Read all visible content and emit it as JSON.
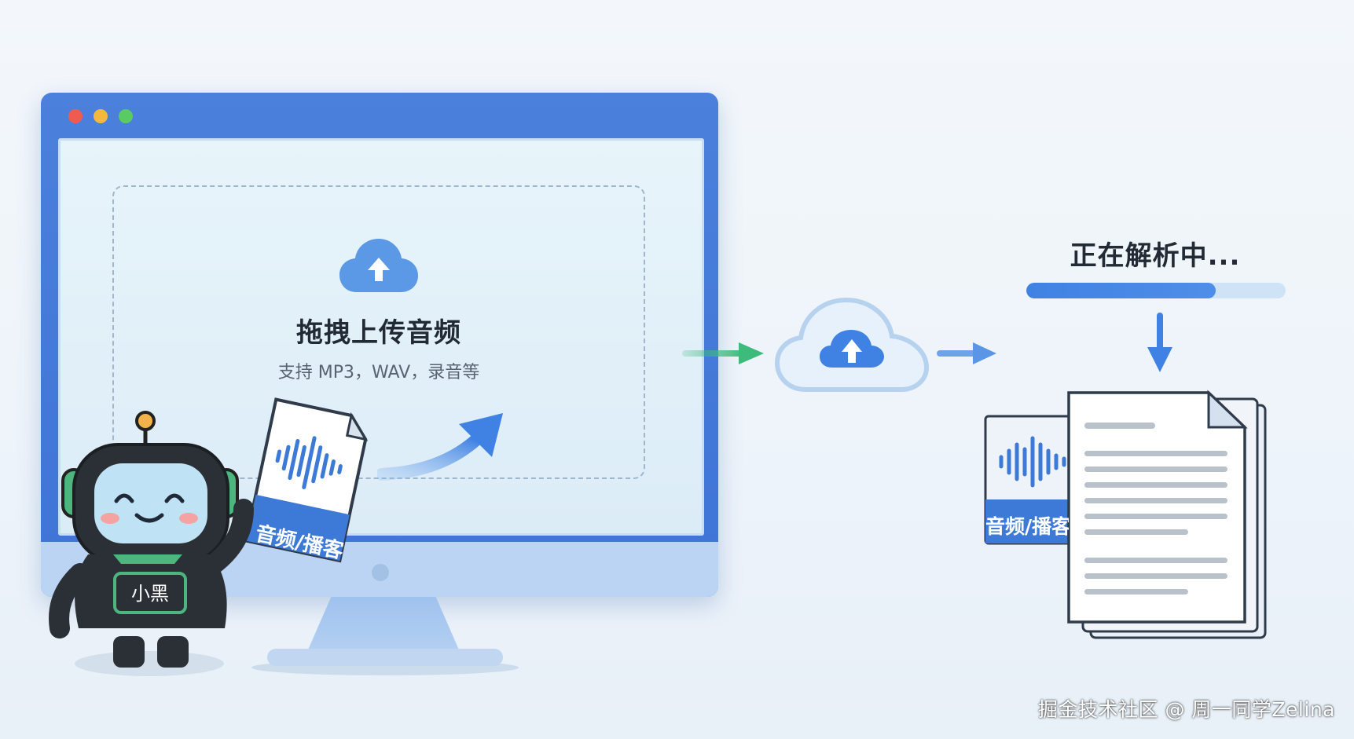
{
  "upload_area": {
    "title": "拖拽上传音频",
    "subtitle": "支持 MP3，WAV，录音等"
  },
  "audio_card": {
    "label": "音频/播客"
  },
  "mascot": {
    "badge": "小黑"
  },
  "processing": {
    "status_text": "正在解析中...",
    "progress": 0.73
  },
  "watermark": "掘金技术社区 @ 周一同学Zelina",
  "icons": [
    "window-close-dot",
    "window-minimize-dot",
    "window-maximize-dot",
    "cloud-upload-icon",
    "upload-arrow-icon",
    "waveform-icon",
    "document-icon"
  ],
  "colors": {
    "frame_blue": "#4379D9",
    "accent_blue": "#3F82E3",
    "arrow_green": "#3DBB7A",
    "mascot_green": "#4DB57E",
    "window_red": "#EF5B50",
    "window_yellow": "#F4B83D",
    "window_green": "#5ACB62"
  }
}
